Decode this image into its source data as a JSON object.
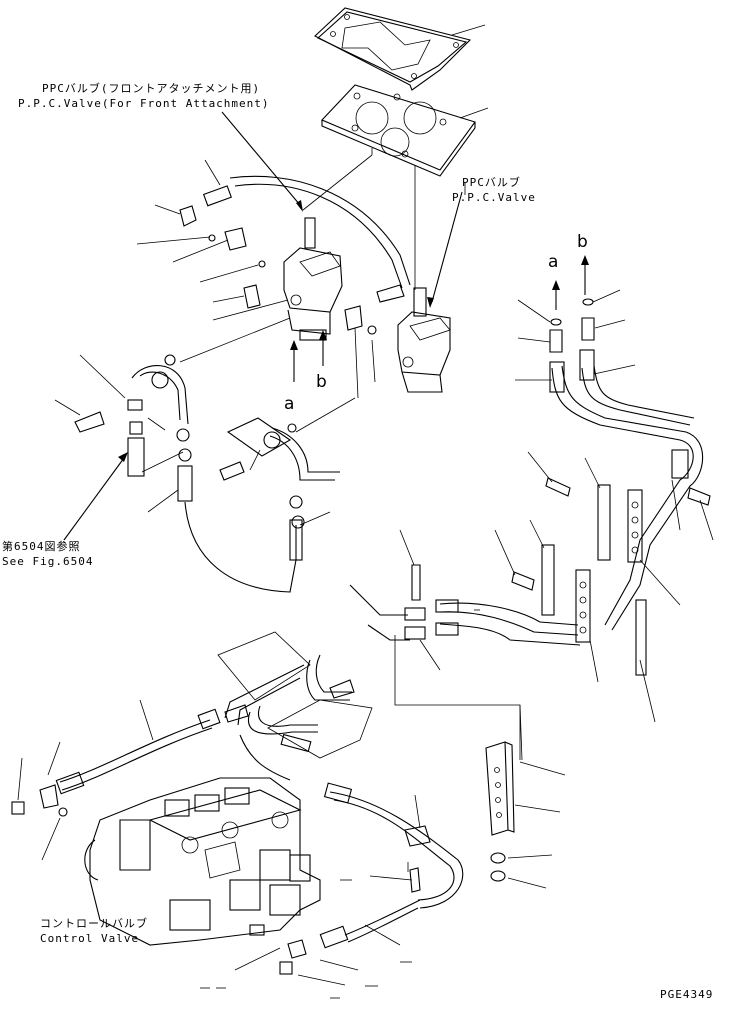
{
  "labels": {
    "ppc_front_jp": "PPCバルブ(フロントアタッチメント用)",
    "ppc_front_en": "P.P.C.Valve(For Front Attachment)",
    "ppc_jp": "PPCバルブ",
    "ppc_en": "P.P.C.Valve",
    "ref_jp": "第6504図参照",
    "ref_en": "See Fig.6504",
    "control_jp": "コントロールバルブ",
    "control_en": "Control Valve",
    "port_a_left": "a",
    "port_b_left": "b",
    "port_a_right": "a",
    "port_b_right": "b",
    "drawing_code": "PGE4349"
  }
}
